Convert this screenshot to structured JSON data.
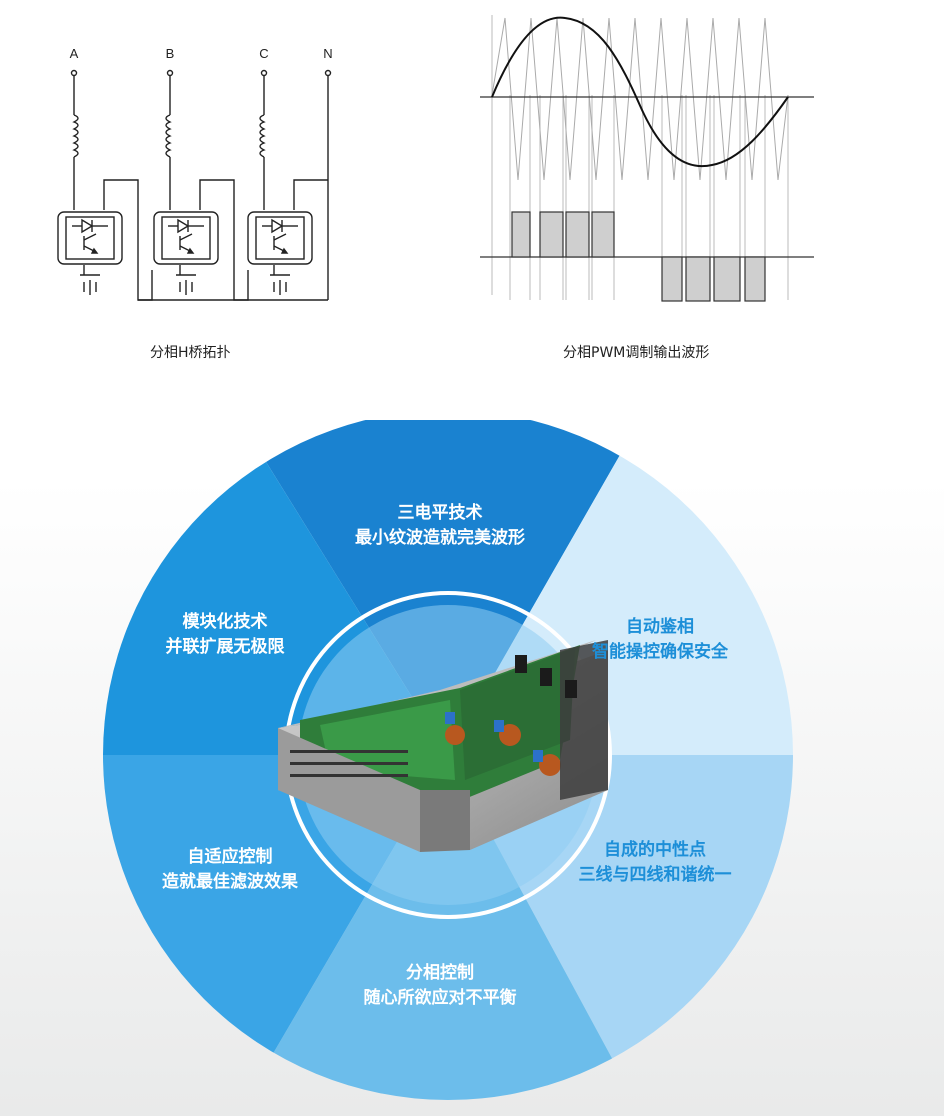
{
  "topology": {
    "phase_labels": [
      "A",
      "B",
      "C",
      "N"
    ],
    "caption": "分相H桥拓扑"
  },
  "waveform": {
    "caption": "分相PWM调制输出波形"
  },
  "features": [
    {
      "title": "三电平技术",
      "subtitle": "最小纹波造就完美波形"
    },
    {
      "title": "自动鉴相",
      "subtitle": "智能操控确保安全"
    },
    {
      "title": "自成的中性点",
      "subtitle": "三线与四线和谐统一"
    },
    {
      "title": "分相控制",
      "subtitle": "随心所欲应对不平衡"
    },
    {
      "title": "自适应控制",
      "subtitle": "造就最佳滤波效果"
    },
    {
      "title": "模块化技术",
      "subtitle": "并联扩展无极限"
    }
  ],
  "colors": {
    "seg_top": "#1a82d0",
    "seg_top_right": "#d4ecfb",
    "seg_bottom_right": "#a7d6f5",
    "seg_bottom": "#6cbdeb",
    "seg_left_bottom": "#3aa5e6",
    "seg_left_top": "#1e95dd",
    "accent_text": "#1d8fd8"
  }
}
